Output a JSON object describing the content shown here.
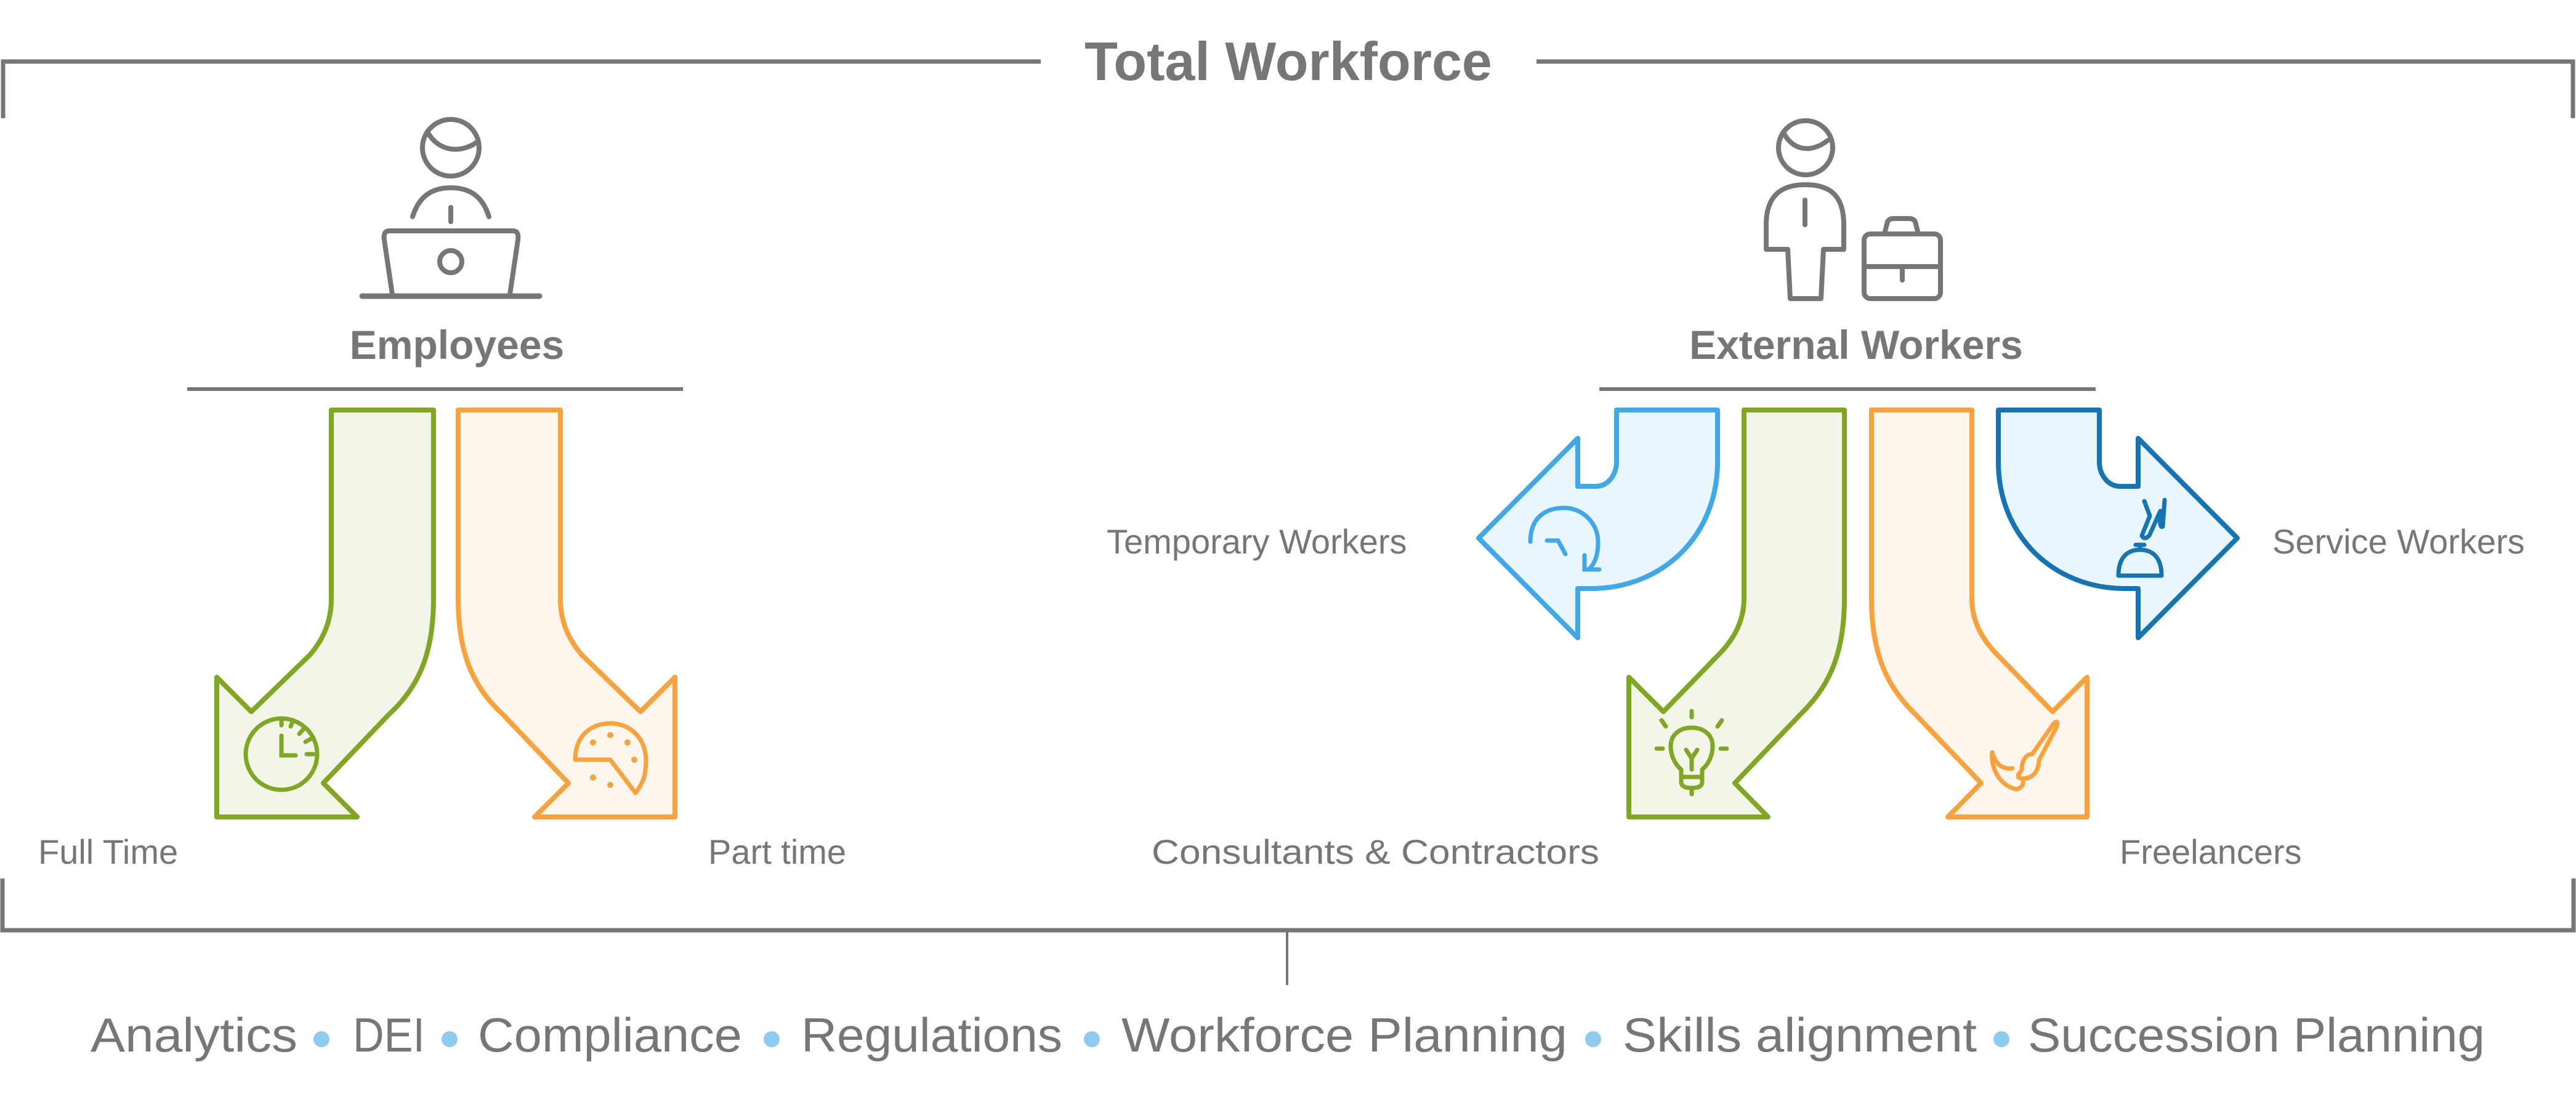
{
  "title": "Total Workforce",
  "groups": {
    "employees": {
      "label": "Employees",
      "items": [
        {
          "label": "Full Time",
          "icon": "clock-icon"
        },
        {
          "label": "Part time",
          "icon": "pie-clock-icon"
        }
      ]
    },
    "external": {
      "label": "External Workers",
      "items": [
        {
          "label": "Temporary Workers",
          "icon": "timer-icon"
        },
        {
          "label": "Consultants & Contractors",
          "icon": "lightbulb-icon"
        },
        {
          "label": "Freelancers",
          "icon": "paintbrush-icon"
        },
        {
          "label": "Service Workers",
          "icon": "service-bell-icon"
        }
      ]
    }
  },
  "tags": [
    "Analytics",
    "DEI",
    "Compliance",
    "Regulations",
    "Workforce Planning",
    "Skills alignment",
    "Succession Planning"
  ],
  "colors": {
    "text": "#767676",
    "green": "#7fa722",
    "green_fill": "#f2f5e8",
    "orange": "#f9a23c",
    "orange_fill": "#fdf6ec",
    "light_blue": "#3ea8e8",
    "dark_blue": "#1474b4",
    "blue_fill": "#eaf6fd",
    "bullet": "#8ecbef"
  }
}
